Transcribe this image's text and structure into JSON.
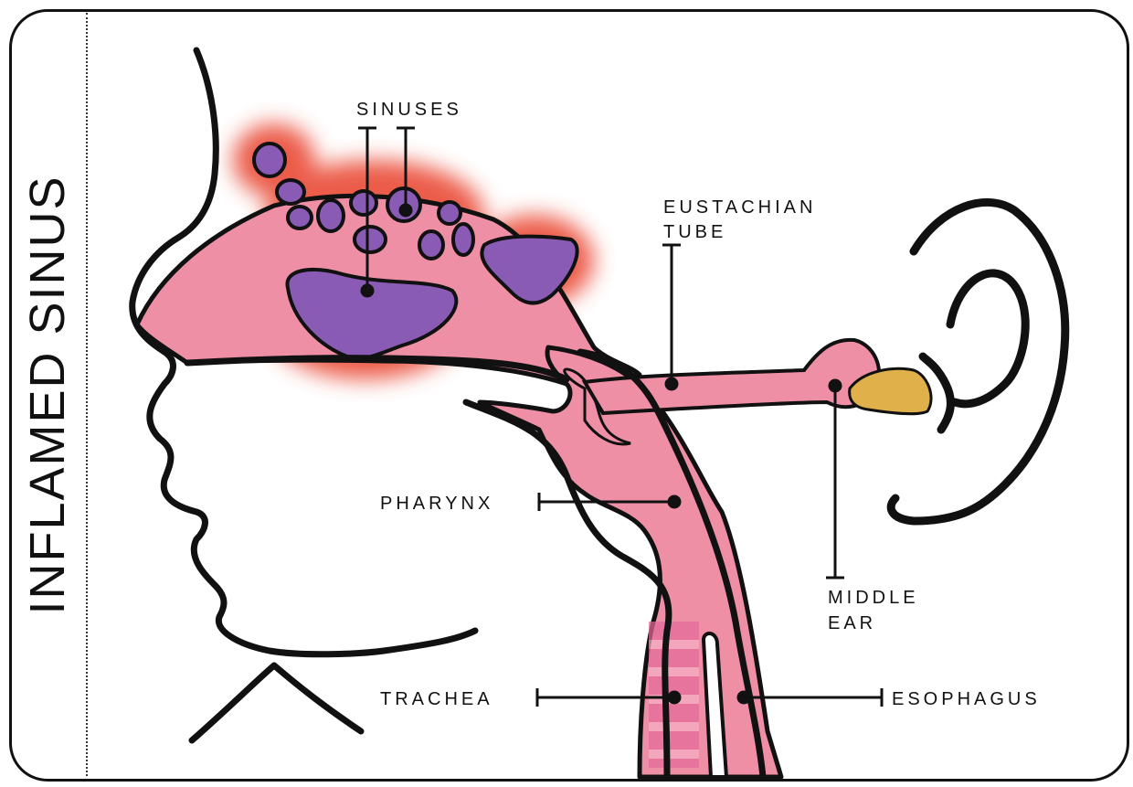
{
  "title": "INFLAMED SINUS",
  "labels": {
    "sinuses": "SINUSES",
    "eustachian_1": "EUSTACHIAN",
    "eustachian_2": "TUBE",
    "pharynx": "PHARYNX",
    "middle_ear_1": "MIDDLE",
    "middle_ear_2": "EAR",
    "trachea": "TRACHEA",
    "esophagus": "ESOPHAGUS"
  },
  "colors": {
    "tissue_pink": "#ee8fa6",
    "sinus_purple": "#8a5bb5",
    "inflammation_red": "#e8412a",
    "ear_tan": "#e0b04a",
    "outline": "#111111"
  }
}
